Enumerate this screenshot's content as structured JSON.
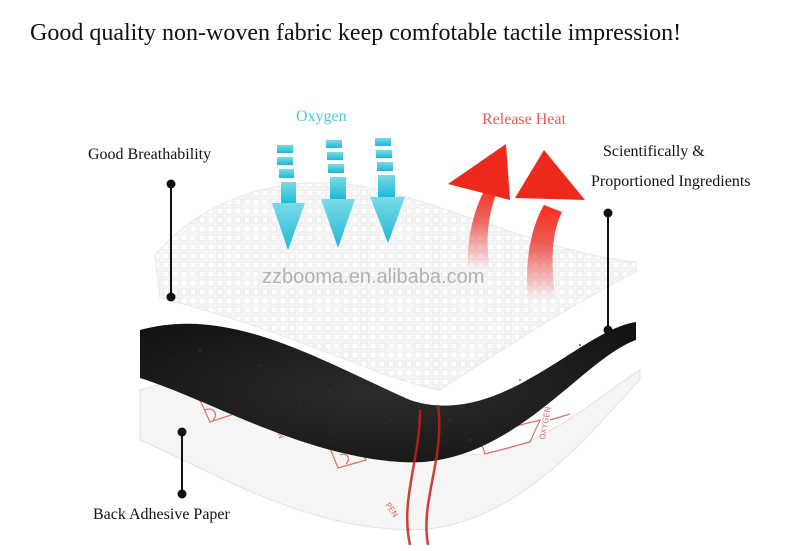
{
  "headline": "Good quality non-woven fabric keep comfotable tactile impression!",
  "labels": {
    "good_breathability": "Good Breathability",
    "scientifically": "Scientifically &",
    "proportioned_ingredients": "Proportioned Ingredients",
    "back_adhesive_paper": "Back Adhesive Paper",
    "oxygen": "Oxygen",
    "release_heat": "Release Heat"
  },
  "watermark": "zzbooma.en.alibaba.com",
  "colors": {
    "oxygen_arrow": "#35c6dd",
    "heat_arrow": "#e8281e",
    "felt_layer": "#1a1a1a",
    "print_on_paper": "#d9584e"
  },
  "icons": [
    "oxygen-arrow-icon",
    "heat-arrow-icon",
    "callout-dot-icon"
  ]
}
